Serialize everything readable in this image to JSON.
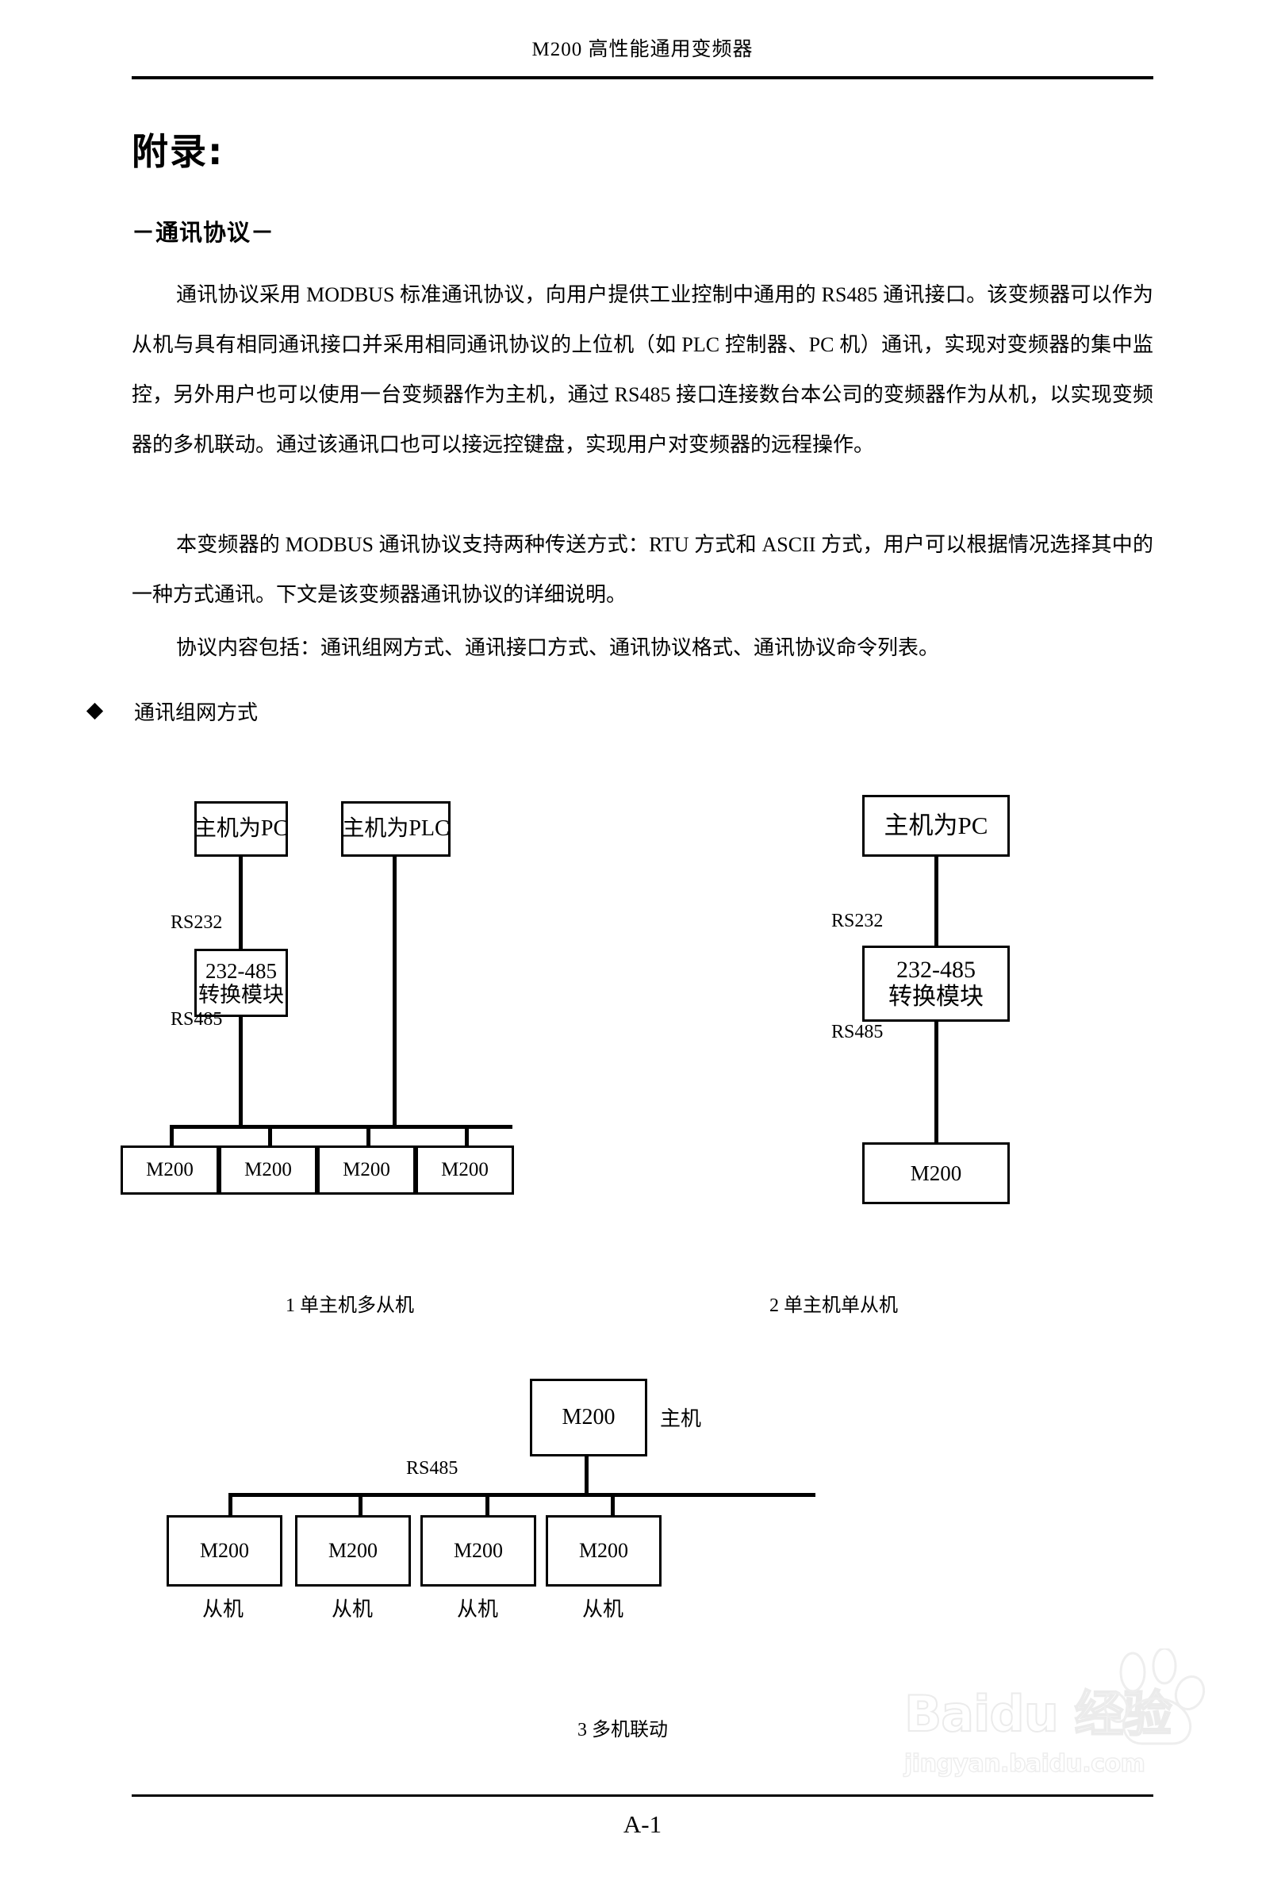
{
  "header": {
    "running_title": "M200 高性能通用变频器"
  },
  "headings": {
    "appendix": "附录:",
    "section": "－通讯协议－"
  },
  "paragraphs": [
    "通讯协议采用 MODBUS 标准通讯协议，向用户提供工业控制中通用的 RS485 通讯接口。该变频器可以作为从机与具有相同通讯接口并采用相同通讯协议的上位机（如 PLC 控制器、PC 机）通讯，实现对变频器的集中监控，另外用户也可以使用一台变频器作为主机，通过 RS485 接口连接数台本公司的变频器作为从机，以实现变频器的多机联动。通过该通讯口也可以接远控键盘，实现用户对变频器的远程操作。",
    "本变频器的 MODBUS 通讯协议支持两种传送方式：RTU 方式和 ASCII 方式，用户可以根据情况选择其中的一种方式通讯。下文是该变频器通讯协议的详细说明。",
    "协议内容包括：通讯组网方式、通讯接口方式、通讯协议格式、通讯协议命令列表。"
  ],
  "bullet": {
    "marker": "diamond-bullet-icon",
    "label": "通讯组网方式"
  },
  "diagrams": {
    "diagram1": {
      "caption": "1  单主机多从机",
      "host_pc": "主机为PC",
      "host_plc": "主机为PLC",
      "converter_line1": "232-485",
      "converter_line2": "转换模块",
      "link_rs232": "RS232",
      "link_rs485": "RS485",
      "slaves": [
        "M200",
        "M200",
        "M200",
        "M200"
      ]
    },
    "diagram2": {
      "caption": "2  单主机单从机",
      "host_pc": "主机为PC",
      "converter_line1": "232-485",
      "converter_line2": "转换模块",
      "link_rs232": "RS232",
      "link_rs485": "RS485",
      "slaves": [
        "M200"
      ]
    },
    "diagram3": {
      "caption": "3  多机联动",
      "master": "M200",
      "master_role": "主机",
      "link_rs485": "RS485",
      "slaves": [
        {
          "name": "M200",
          "role": "从机"
        },
        {
          "name": "M200",
          "role": "从机"
        },
        {
          "name": "M200",
          "role": "从机"
        },
        {
          "name": "M200",
          "role": "从机"
        }
      ]
    }
  },
  "footer": {
    "page_number": "A-1"
  },
  "watermark": {
    "brand": "Baidu 经验",
    "url": "jingyan.baidu.com"
  }
}
